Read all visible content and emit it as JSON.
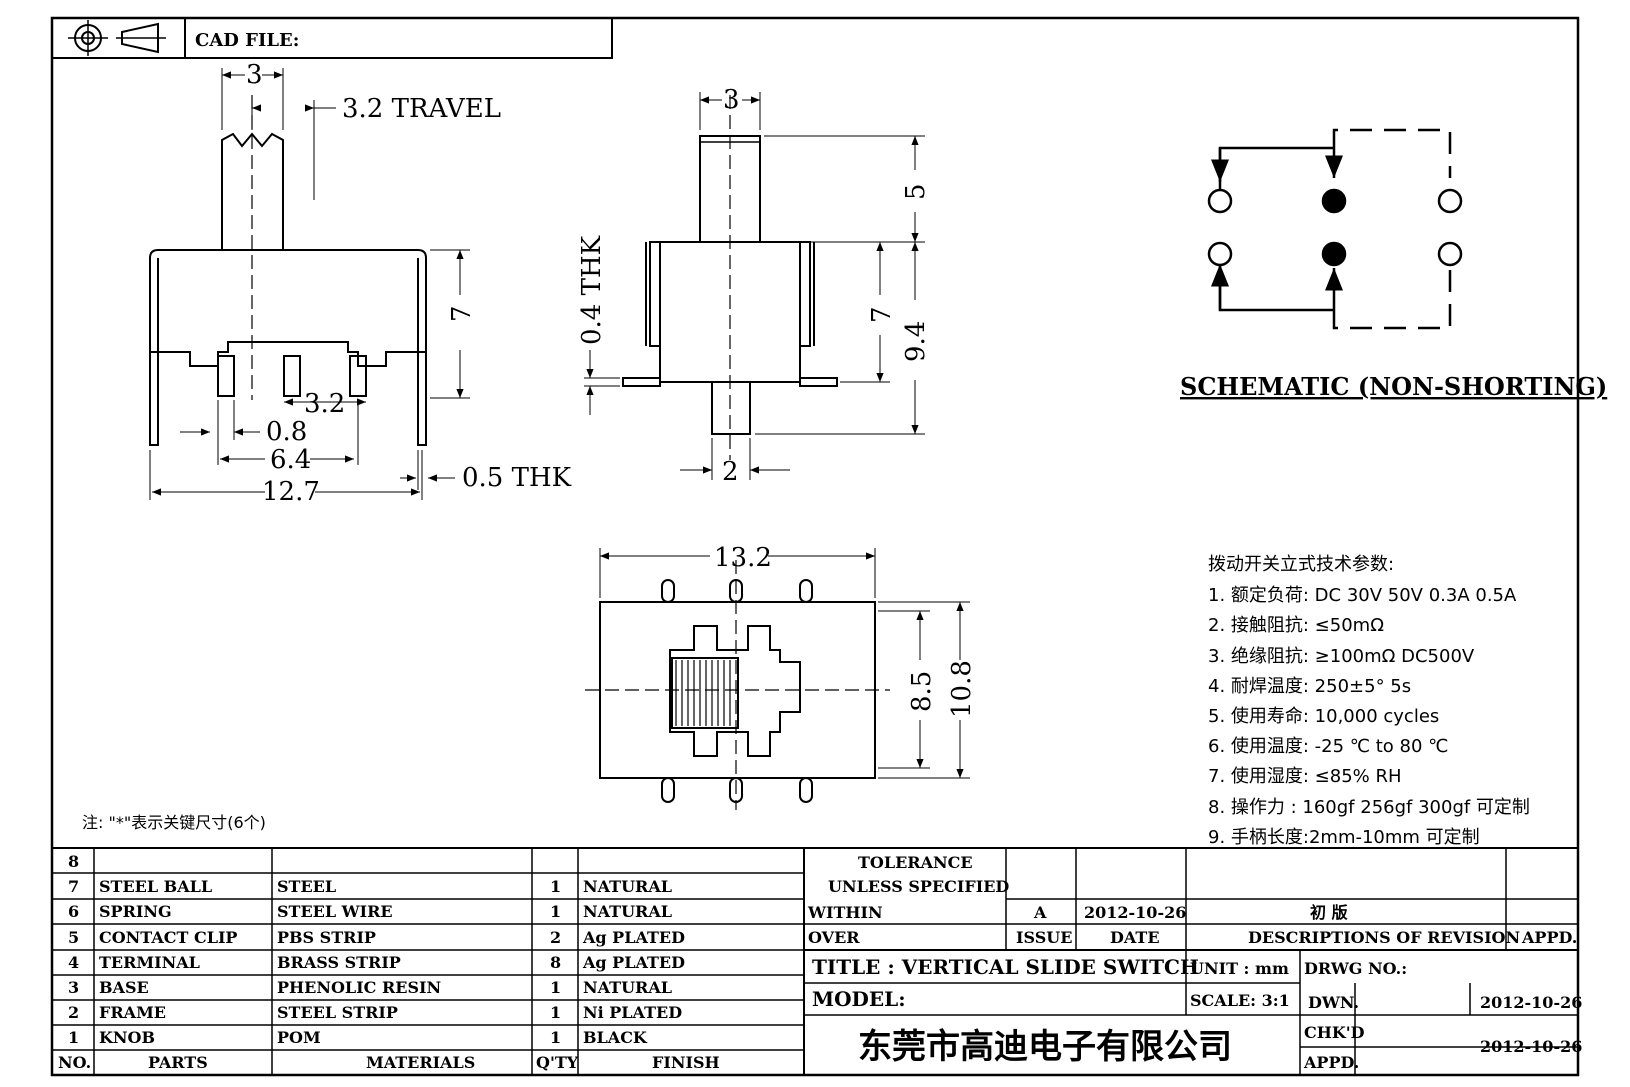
{
  "header": {
    "cad_file_label": "CAD FILE:"
  },
  "dimensions": {
    "side": {
      "top_width": "3",
      "travel": "3.2 TRAVEL",
      "height": "7",
      "pin_pitch": "3.2",
      "pin_width": "0.8",
      "pin_span": "6.4",
      "overall_width": "12.7",
      "terminal_thk": "0.5 THK"
    },
    "front": {
      "top_width": "3",
      "knob_height": "5",
      "body_height": "7",
      "overall_height": "9.4",
      "frame_thk": "0.4 THK",
      "bottom_width": "2"
    },
    "bottom": {
      "width": "13.2",
      "inner_height": "8.5",
      "outer_height": "10.8"
    }
  },
  "schematic": {
    "title": "SCHEMATIC (NON-SHORTING)"
  },
  "specs": {
    "heading": "拨动开关立式技术参数:",
    "items": [
      "1.  额定负荷: DC 30V    50V    0.3A    0.5A",
      "2.  接触阻抗: ≤50mΩ",
      "3.  绝缘阻抗: ≥100mΩ   DC500V",
      "4.  耐焊温度: 250±5°  5s",
      "5.  使用寿命: 10,000 cycles",
      "6.  使用温度: -25  ℃   to 80  ℃",
      "7.  使用湿度: ≤85% RH",
      "8.  操作力 : 160gf    256gf    300gf   可定制",
      "9.  手柄长度:2mm-10mm   可定制"
    ]
  },
  "note": "注: \"*\"表示关键尺寸(6个)",
  "bom": {
    "headers": [
      "NO.",
      "PARTS",
      "MATERIALS",
      "Q'TY",
      "FINISH"
    ],
    "rows": [
      [
        "8",
        "",
        "",
        "",
        ""
      ],
      [
        "7",
        "STEEL BALL",
        "STEEL",
        "1",
        "NATURAL"
      ],
      [
        "6",
        "SPRING",
        "STEEL WIRE",
        "1",
        "NATURAL"
      ],
      [
        "5",
        "CONTACT CLIP",
        "PBS STRIP",
        "2",
        "Ag PLATED"
      ],
      [
        "4",
        "TERMINAL",
        "BRASS STRIP",
        "8",
        "Ag PLATED"
      ],
      [
        "3",
        "BASE",
        "PHENOLIC RESIN",
        "1",
        "NATURAL"
      ],
      [
        "2",
        "FRAME",
        "STEEL STRIP",
        "1",
        "Ni PLATED"
      ],
      [
        "1",
        "KNOB",
        "POM",
        "1",
        "BLACK"
      ]
    ]
  },
  "title_block": {
    "tolerance": "TOLERANCE",
    "unless_specified": "UNLESS   SPECIFIED",
    "within": "WITHIN",
    "over": "OVER",
    "issue_value": "A",
    "date_value": "2012-10-26",
    "revision_desc": "初    版",
    "issue_label": "ISSUE",
    "date_label": "DATE",
    "desc_label": "DESCRIPTIONS OF REVISION",
    "appd_label": "APPD.",
    "title": "TITLE :   VERTICAL  SLIDE  SWITCH",
    "unit": "UNIT :    mm",
    "drwg_no": "DRWG NO.:",
    "model": "MODEL:",
    "scale": "SCALE:   3:1",
    "dwn_label": "DWN.",
    "dwn_date": "2012-10-26",
    "company": "东莞市高迪电子有限公司",
    "chkd_label": "CHK'D",
    "chkd_date": "2012-10-26",
    "appd2_label": "APPD."
  }
}
